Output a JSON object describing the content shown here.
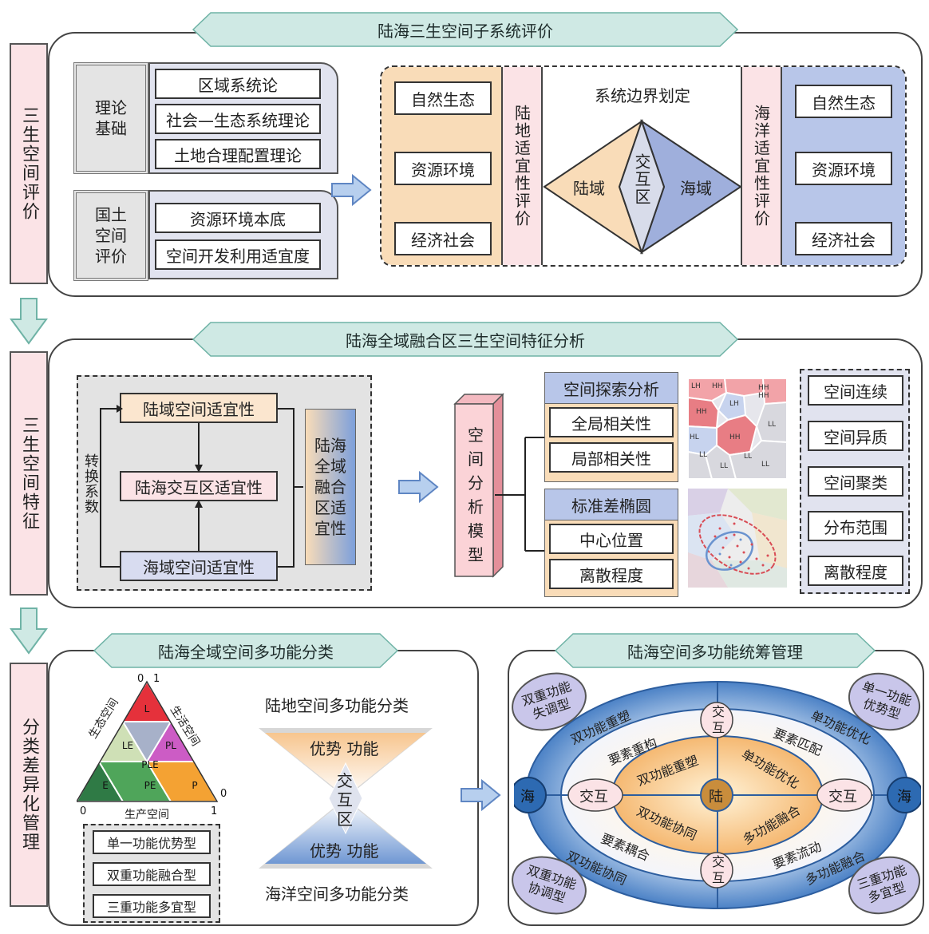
{
  "sections": {
    "s1": {
      "sidebar": "三生空间评价",
      "banner": "陆海三生空间子系统评价",
      "theory_label": "理论基础",
      "theory_items": [
        "区域系统论",
        "社会—生态系统理论",
        "土地合理配置理论"
      ],
      "land_label": "国土空间评价",
      "land_items": [
        "资源环境本底",
        "空间开发利用适宜度"
      ],
      "left_items": [
        "自然生态",
        "资源环境",
        "经济社会"
      ],
      "land_suit": "陆地适宜性评价",
      "boundary_title": "系统边界划定",
      "diamond": {
        "left": "陆域",
        "middle": "交互区",
        "right": "海域"
      },
      "sea_suit": "海洋适宜性评价",
      "right_items": [
        "自然生态",
        "资源环境",
        "经济社会"
      ]
    },
    "s2": {
      "sidebar": "三生空间特征",
      "banner": "陆海全域融合区三生空间特征分析",
      "flow": [
        "陆域空间适宜性",
        "陆海交互区适宜性",
        "海域空间适宜性"
      ],
      "coef": "转换系数",
      "merge": "陆海全域融合区适宜性",
      "model": "空间分析模型",
      "explore_title": "空间探索分析",
      "explore_items": [
        "全局相关性",
        "局部相关性"
      ],
      "ellipse_title": "标准差椭圆",
      "ellipse_items": [
        "中心位置",
        "离散程度"
      ],
      "map_labels": [
        "LH",
        "HH",
        "LH",
        "HH",
        "HH",
        "HH",
        "LL",
        "HL",
        "HH",
        "LL",
        "LL",
        "LL",
        "LL"
      ],
      "features": [
        "空间连续",
        "空间异质",
        "空间聚类",
        "分布范围",
        "离散程度"
      ]
    },
    "s3": {
      "sidebar": "分类差异化管理",
      "banner_left": "陆海全域空间多功能分类",
      "banner_right": "陆海空间多功能统筹管理",
      "triangle": {
        "left_axis": "生态空间",
        "right_axis": "生活空间",
        "bottom_axis": "生产空间",
        "cells": [
          "L",
          "LE",
          "PL",
          "PLE",
          "E",
          "PE",
          "P"
        ],
        "ticks": [
          "0",
          "1",
          "1",
          "0",
          "0",
          "1"
        ]
      },
      "types": [
        "单一功能优势型",
        "双重功能融合型",
        "三重功能多宜型"
      ],
      "land_multi": "陆地空间多功能分类",
      "sea_multi": "海洋空间多功能分类",
      "hourglass_top": "优势 功能",
      "hourglass_mid": "交互区",
      "hourglass_bottom": "优势 功能",
      "ellipse": {
        "center": "陆",
        "sea": "海",
        "jiaohu": "交互",
        "jiaohu_v": "交互",
        "outer": [
          "双功能重塑",
          "单功能优化",
          "双功能协同",
          "多功能融合"
        ],
        "mid": [
          "要素重构",
          "要素匹配",
          "要素耦合",
          "要素流动"
        ],
        "inner": [
          "双功能重塑",
          "单功能优化",
          "双功能协同",
          "多功能融合"
        ],
        "corners": [
          "双重功能失调型",
          "单一功能优势型",
          "双重功能协调型",
          "三重功能多宜型"
        ]
      }
    }
  },
  "colors": {
    "banner": "#cfe9e4",
    "sidebar": "#fbe3e6",
    "land": "#f9dcb8",
    "sea": "#b8c6e9",
    "grey": "#d8d8d8",
    "blue": "#2e6cb5"
  }
}
